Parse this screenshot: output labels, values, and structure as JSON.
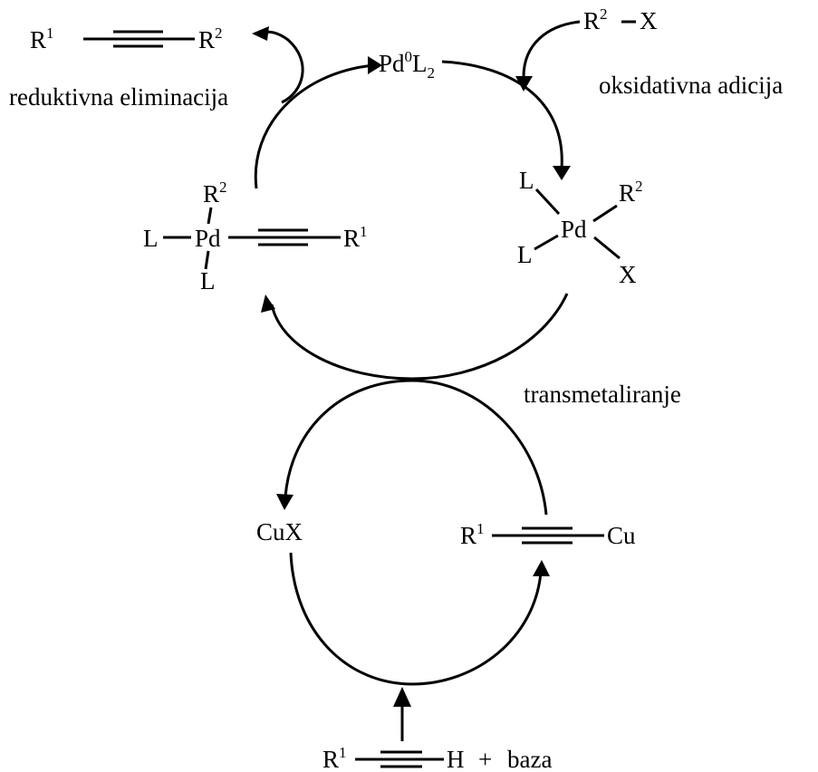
{
  "product": {
    "r1": "R",
    "r1_sup": "1",
    "r2": "R",
    "r2_sup": "2"
  },
  "pd0": {
    "pd": "Pd",
    "pd_sup": "0",
    "l": "L",
    "l_sub": "2"
  },
  "halide": {
    "r2": "R",
    "r2_sup": "2",
    "x": "X"
  },
  "captions": {
    "reductive": "reduktivna eliminacija",
    "oxidative": "oksidativna adicija",
    "transmetal": "transmetaliranje"
  },
  "pd_alkynyl": {
    "r2": "R",
    "r2_sup": "2",
    "l_left": "L",
    "pd": "Pd",
    "l_bottom": "L",
    "r1": "R",
    "r1_sup": "1"
  },
  "pd_halide": {
    "l_top": "L",
    "r2": "R",
    "r2_sup": "2",
    "pd": "Pd",
    "l_bottom": "L",
    "x": "X"
  },
  "cux": {
    "label": "CuX"
  },
  "cu_acetylide": {
    "r1": "R",
    "r1_sup": "1",
    "cu": "Cu"
  },
  "alkyne_base": {
    "r1": "R",
    "r1_sup": "1",
    "h": "H",
    "plus": "+",
    "base": "baza"
  },
  "icons": [
    "curved-arrow-icon",
    "straight-arrow-icon",
    "triple-bond-icon"
  ]
}
